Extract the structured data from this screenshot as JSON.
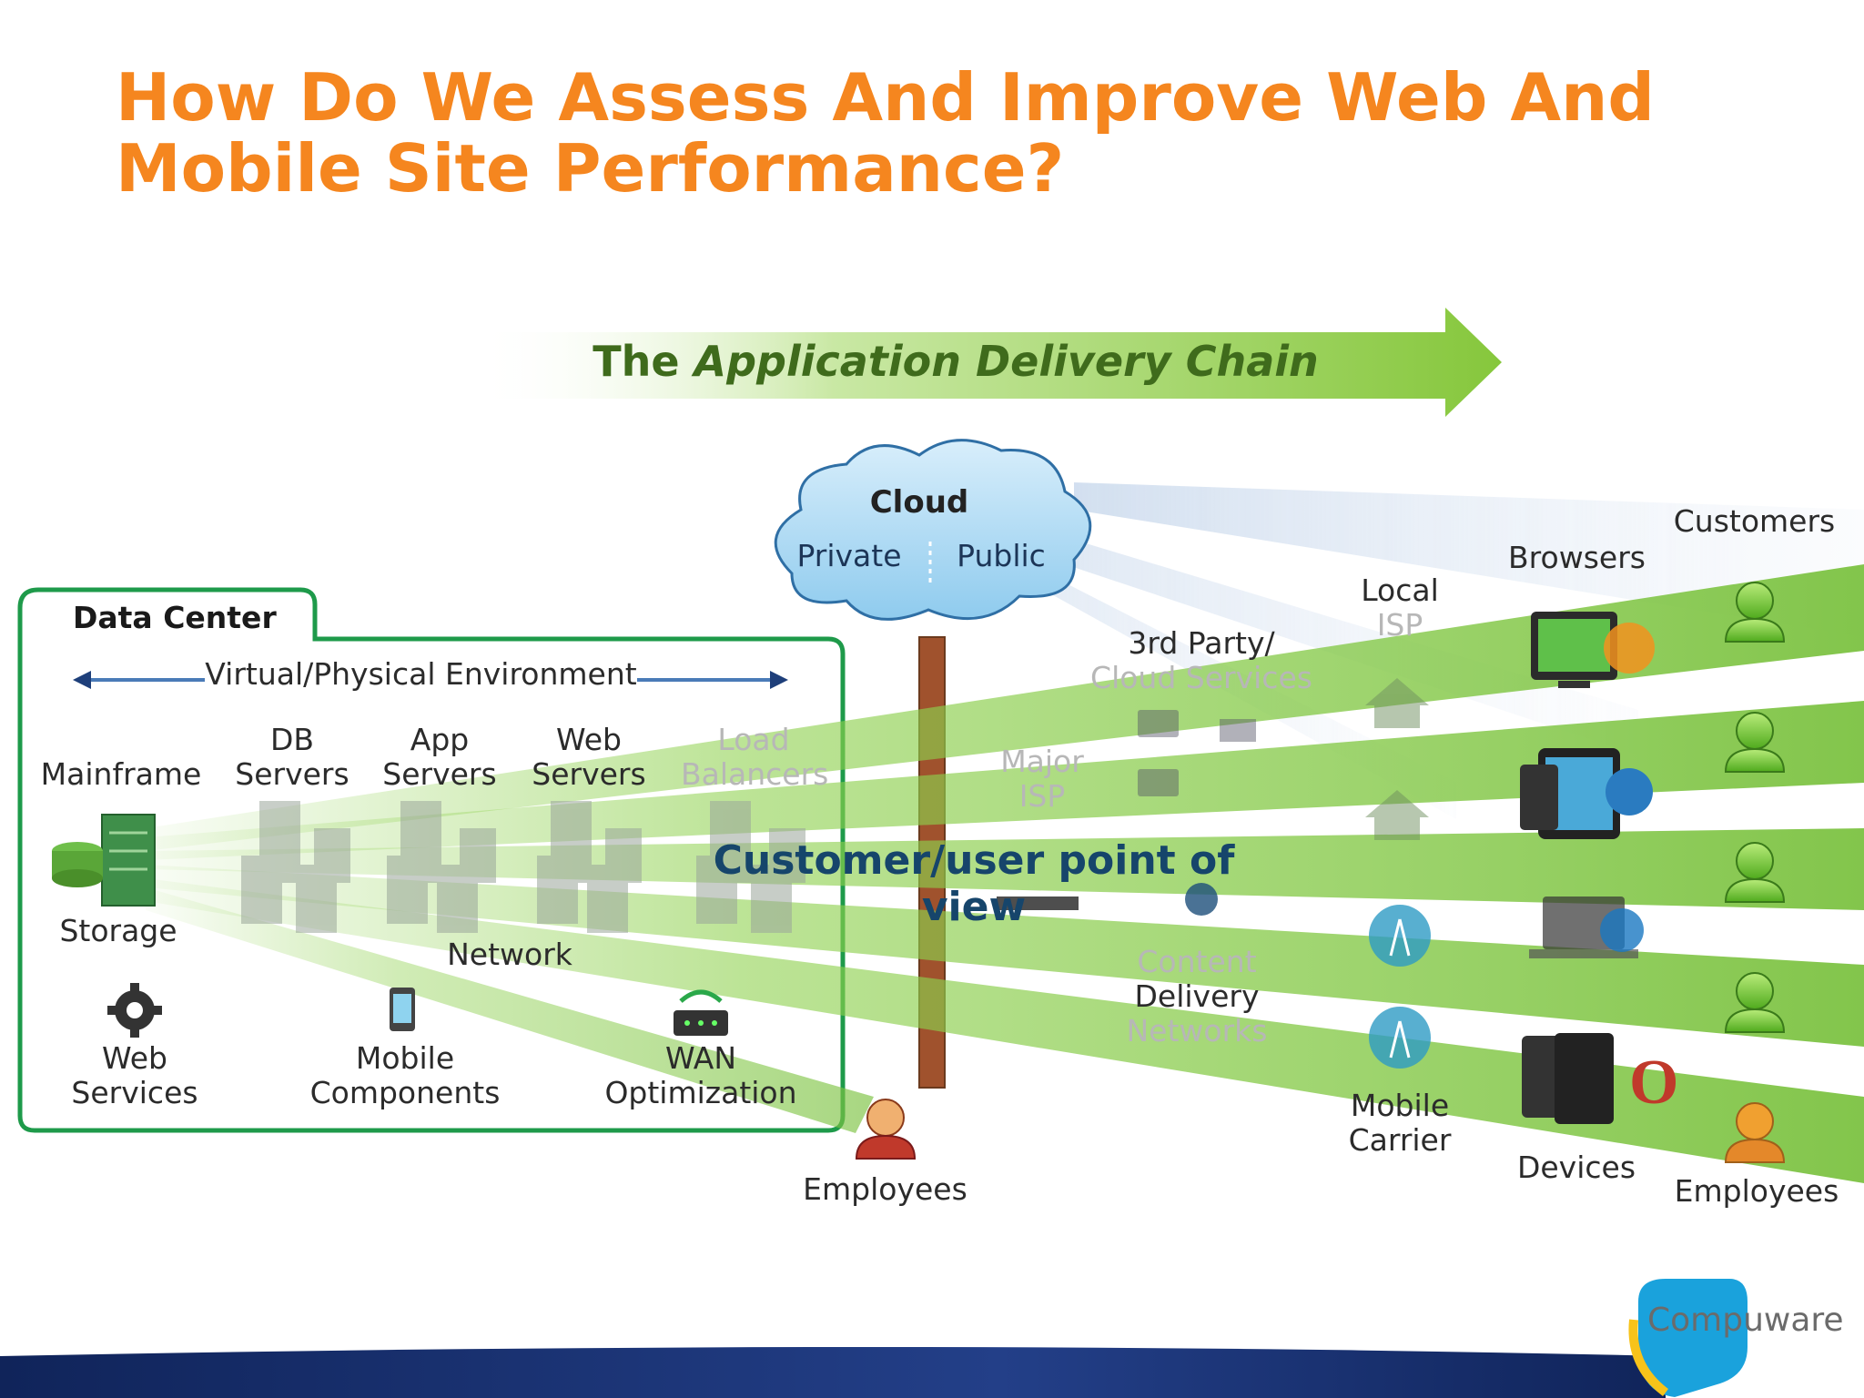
{
  "title": "How Do We Assess And Improve Web And Mobile Site Performance?",
  "chain": {
    "prefix": "The",
    "emphasis": "Application Delivery Chain"
  },
  "pov_label": "Customer/user point of view",
  "cloud": {
    "title": "Cloud",
    "private": "Private",
    "public": "Public"
  },
  "data_center": {
    "title": "Data Center",
    "env": "Virtual/Physical Environment",
    "mainframe": "Mainframe",
    "db_servers": [
      "DB",
      "Servers"
    ],
    "app_servers": [
      "App",
      "Servers"
    ],
    "web_servers": [
      "Web",
      "Servers"
    ],
    "load_balancers": [
      "Load",
      "Balancers"
    ],
    "storage": "Storage",
    "network": "Network",
    "web_services": [
      "Web",
      "Services"
    ],
    "mobile_components": [
      "Mobile",
      "Components"
    ],
    "wan_optimization": [
      "WAN",
      "Optimization"
    ]
  },
  "middle": {
    "third_party": [
      "3rd Party/",
      "Cloud Services"
    ],
    "major_isp": [
      "Major",
      "ISP"
    ],
    "cdn": [
      "Content",
      "Delivery",
      "Networks"
    ],
    "employees": "Employees"
  },
  "edge": {
    "local_isp": [
      "Local",
      "ISP"
    ],
    "mobile_carrier": [
      "Mobile",
      "Carrier"
    ],
    "browsers": "Browsers",
    "devices": "Devices",
    "customers": "Customers",
    "employees": "Employees"
  },
  "logo": {
    "text": "Compuware"
  },
  "colors": {
    "title": "#f5861f",
    "green": "#7cc242",
    "dark_green": "#3f6b1c",
    "pov_text": "#16456b",
    "datacenter_border": "#1e9a4a",
    "footer": "#10245a"
  }
}
